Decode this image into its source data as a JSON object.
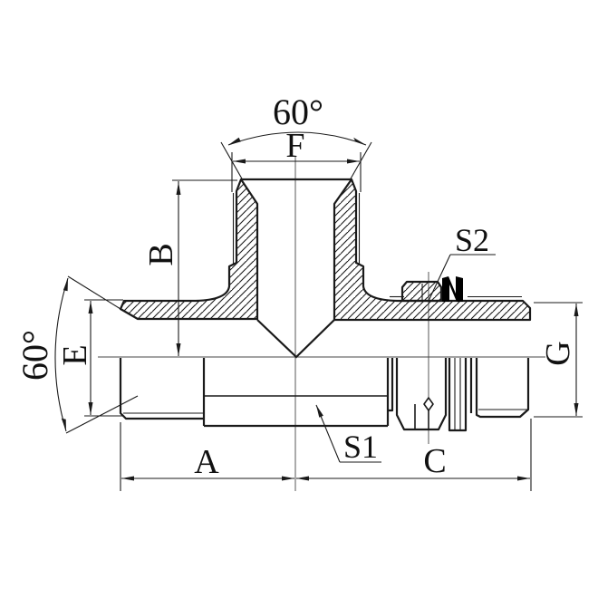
{
  "drawing": {
    "type": "technical-drawing",
    "subject": "branch-tee hydraulic adapter fitting, half-section view",
    "labels": {
      "top_angle": "60°",
      "top_width": "F",
      "branch_height": "B",
      "left_diameter": "E",
      "left_angle": "60°",
      "locknut_wrench": "S2",
      "body_wrench": "S1",
      "left_length": "A",
      "right_length": "C",
      "right_diameter": "G"
    },
    "colors": {
      "line": "#1a1a1a",
      "thin_line": "#333333",
      "seal_fill": "#000000",
      "background": "#ffffff"
    }
  }
}
